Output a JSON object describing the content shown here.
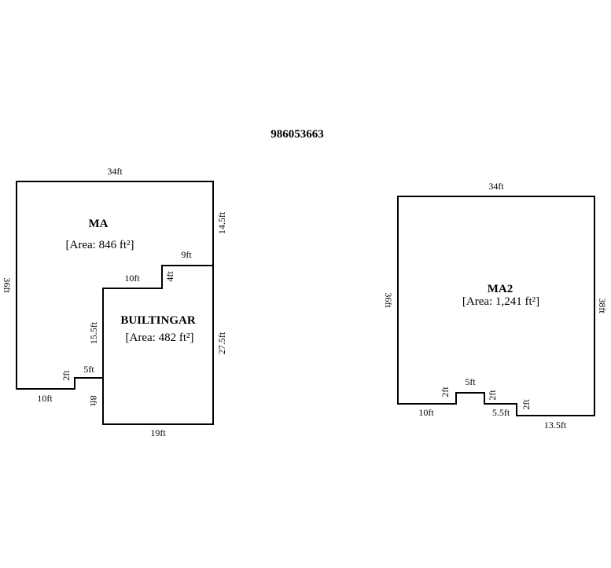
{
  "title": "986053663",
  "rooms": {
    "ma": {
      "name": "MA",
      "area": "[Area: 846 ft²]"
    },
    "builtingar": {
      "name": "BUILTINGAR",
      "area": "[Area: 482 ft²]"
    },
    "ma2": {
      "name": "MA2",
      "area": "[Area: 1,241 ft²]"
    }
  },
  "dims_left": {
    "top": "34ft",
    "right_upper": "14.5ft",
    "left": "36ft",
    "step_top": "9ft",
    "step_vert": "4ft",
    "gar_top": "10ft",
    "gar_left": "15.5ft",
    "gar_right": "27.5ft",
    "notch_vert": "2ft",
    "notch_top": "5ft",
    "bottom_left": "10ft",
    "gar_bottom_left": "8ft",
    "gar_bottom": "19ft"
  },
  "dims_right": {
    "top": "34ft",
    "left": "36ft",
    "right": "38ft",
    "notch_top": "5ft",
    "notch_left_vert": "2ft",
    "notch_right_vert": "2ft",
    "bottom_left": "10ft",
    "step_bottom": "5.5ft",
    "step_vert": "2ft",
    "bottom_right": "13.5ft"
  }
}
